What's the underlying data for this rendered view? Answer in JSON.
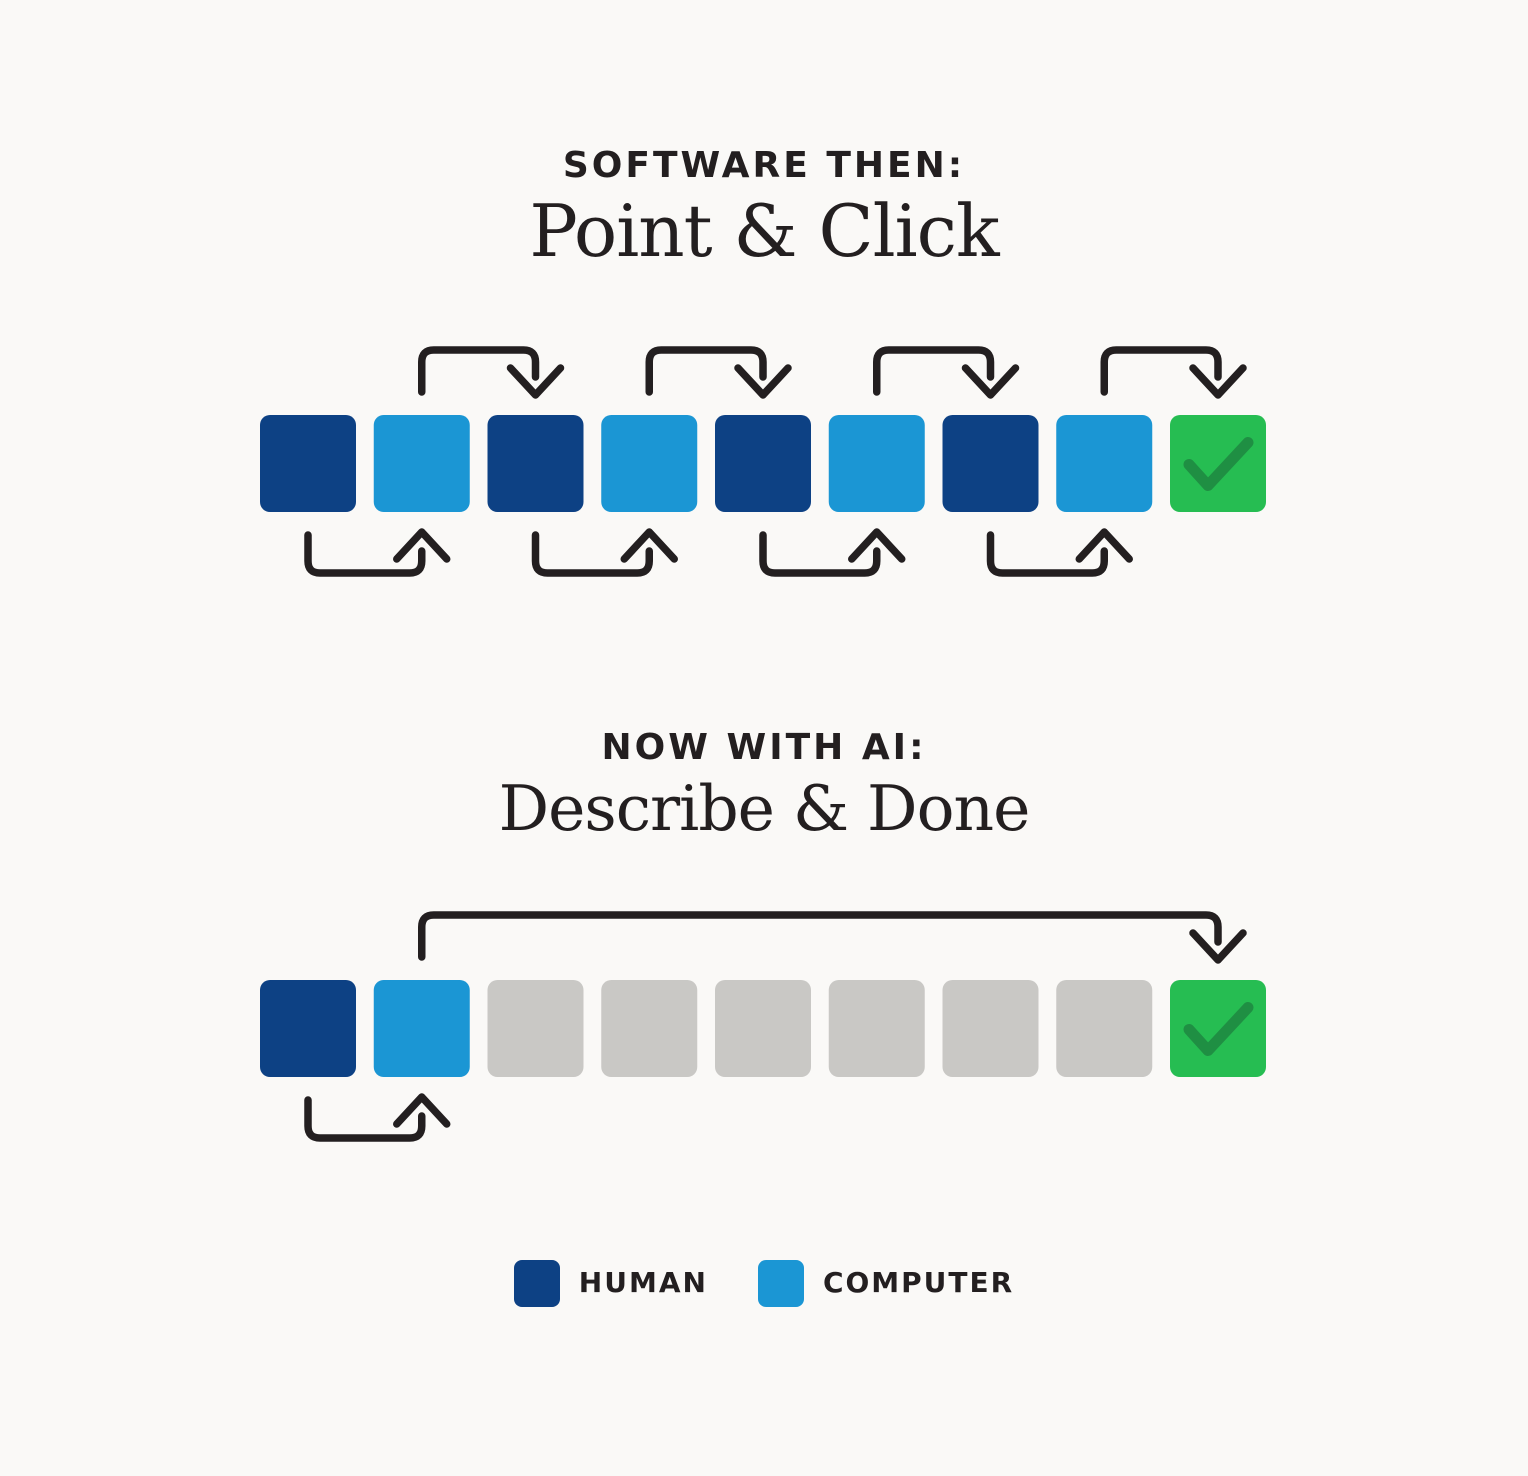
{
  "colors": {
    "background": "#faf9f7",
    "text": "#231f20",
    "arrow": "#231f20",
    "human": "#0d4184",
    "computer": "#1b96d4",
    "inactive": "#c9c8c5",
    "done": "#26bd52",
    "check": "#1f8f43"
  },
  "icons": {
    "done_square_glyph": "check-icon ✓"
  },
  "sections": [
    {
      "label": "SOFTWARE THEN:",
      "title": "Point & Click",
      "steps": [
        "human",
        "computer",
        "human",
        "computer",
        "human",
        "computer",
        "human",
        "computer",
        "done"
      ],
      "arrows": [
        {
          "side": "top",
          "from": 1,
          "to": 2
        },
        {
          "side": "top",
          "from": 3,
          "to": 4
        },
        {
          "side": "top",
          "from": 5,
          "to": 6
        },
        {
          "side": "top",
          "from": 7,
          "to": 8
        },
        {
          "side": "bottom",
          "from": 0,
          "to": 1
        },
        {
          "side": "bottom",
          "from": 2,
          "to": 3
        },
        {
          "side": "bottom",
          "from": 4,
          "to": 5
        },
        {
          "side": "bottom",
          "from": 6,
          "to": 7
        }
      ]
    },
    {
      "label": "NOW WITH AI:",
      "title": "Describe & Done",
      "steps": [
        "human",
        "computer",
        "inactive",
        "inactive",
        "inactive",
        "inactive",
        "inactive",
        "inactive",
        "done"
      ],
      "arrows": [
        {
          "side": "top",
          "from": 1,
          "to": 8
        },
        {
          "side": "bottom",
          "from": 0,
          "to": 1
        }
      ]
    }
  ],
  "legend": {
    "items": [
      {
        "label": "HUMAN",
        "type": "human"
      },
      {
        "label": "COMPUTER",
        "type": "computer"
      }
    ]
  }
}
